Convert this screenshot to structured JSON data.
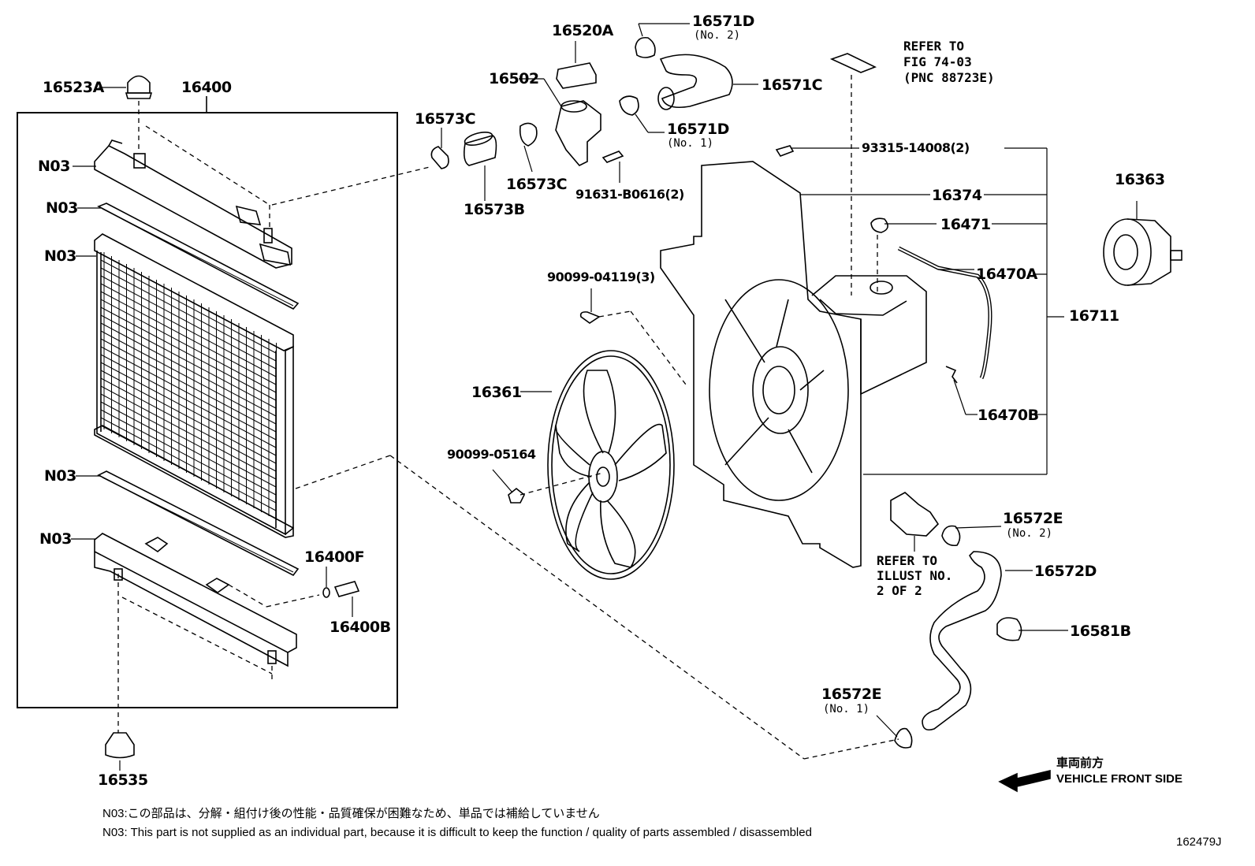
{
  "parts": {
    "p16523A": "16523A",
    "p16400": "16400",
    "p16573C_top": "16573C",
    "p16573C_bottom": "16573C",
    "p16573B": "16573B",
    "p16520A": "16520A",
    "p16502": "16502",
    "p16571D_top": "16571D",
    "p16571D_top_sub": "(No. 2)",
    "p16571C": "16571C",
    "p16571D_mid": "16571D",
    "p16571D_mid_sub": "(No. 1)",
    "p91631": "91631-B0616(2)",
    "p93315": "93315-14008(2)",
    "p16374": "16374",
    "p16471": "16471",
    "p16470A": "16470A",
    "p16711": "16711",
    "p16470B": "16470B",
    "p16363": "16363",
    "p90099_04119": "90099-04119(3)",
    "p16361": "16361",
    "p90099_05164": "90099-05164",
    "p16572E_top": "16572E",
    "p16572E_top_sub": "(No. 2)",
    "p16572D": "16572D",
    "p16581B": "16581B",
    "p16572E_bottom": "16572E",
    "p16572E_bottom_sub": "(No. 1)",
    "p16400F": "16400F",
    "p16400B": "16400B",
    "p16535": "16535",
    "n03_1": "N03",
    "n03_2": "N03",
    "n03_3": "N03",
    "n03_4": "N03",
    "n03_5": "N03"
  },
  "refer_fig": [
    "REFER TO",
    "FIG 74-03",
    "(PNC 88723E)"
  ],
  "refer_illust": [
    "REFER TO",
    "ILLUST NO.",
    "2 OF 2"
  ],
  "direction": {
    "jp": "車両前方",
    "en": "VEHICLE FRONT SIDE"
  },
  "notes": {
    "jp": "N03:この部品は、分解・組付け後の性能・品質確保が困難なため、単品では補給していません",
    "en": "N03: This part is not supplied as an individual part, because it is difficult to keep the function / quality of parts assembled / disassembled"
  },
  "figure_id": "162479J"
}
